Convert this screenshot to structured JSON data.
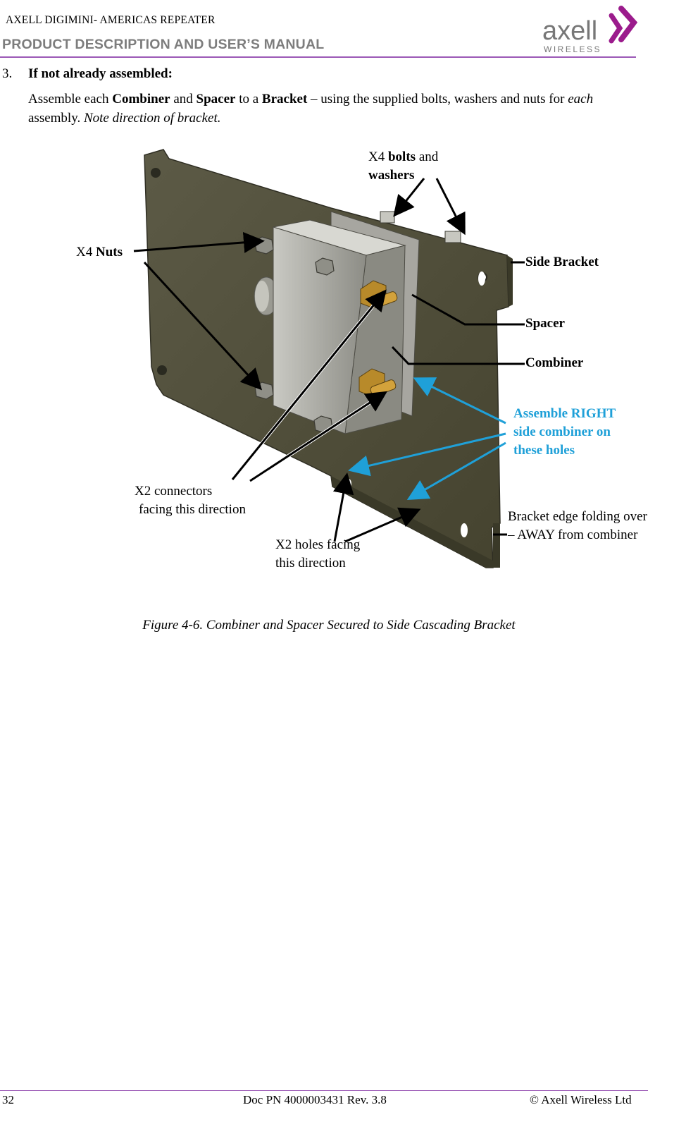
{
  "header": {
    "title_part1": "AXELL DIGIMINI- AMERICAS REPEATER",
    "title_part2": "PRODUCT DESCRIPTION AND USER’S MANUAL",
    "logo_text": "axell",
    "logo_subtext": "WIRELESS"
  },
  "step": {
    "number": "3.",
    "heading": "If not already assembled:",
    "text_1": "Assemble each ",
    "combiner": "Combiner",
    "text_2": " and ",
    "spacer": "Spacer",
    "text_3": " to a ",
    "bracket": "Bracket",
    "text_4": " – using the supplied bolts, washers and nuts for ",
    "each": "each",
    "text_5": " assembly. ",
    "note": "Note direction of bracket."
  },
  "figure": {
    "labels": {
      "bolts_prefix": "X4 ",
      "bolts_bold": "bolts",
      "bolts_suffix": " and",
      "washers": "washers",
      "nuts_prefix": "X4 ",
      "nuts_bold": "Nuts",
      "side_bracket": "Side Bracket",
      "spacer": "Spacer",
      "combiner": "Combiner",
      "assemble_1": "Assemble RIGHT",
      "assemble_2": "side combiner on",
      "assemble_3": "these holes",
      "connectors_1": "X2 connectors",
      "connectors_2": "facing this direction",
      "holes_1": "X2 holes facing",
      "holes_2": "this direction",
      "edge_1": "Bracket edge folding over",
      "edge_2": "– AWAY from combiner"
    },
    "caption_prefix": "Figure ",
    "caption": "4-6. Combiner and Spacer Secured to Side Cascading Bracket"
  },
  "footer": {
    "page": "32",
    "doc": "Doc PN 4000003431 Rev. 3.8",
    "copyright": "© Axell Wireless Ltd"
  },
  "colors": {
    "accent": "#9b59b6",
    "callout_blue": "#1fa0d8",
    "bracket": "#55533f"
  }
}
